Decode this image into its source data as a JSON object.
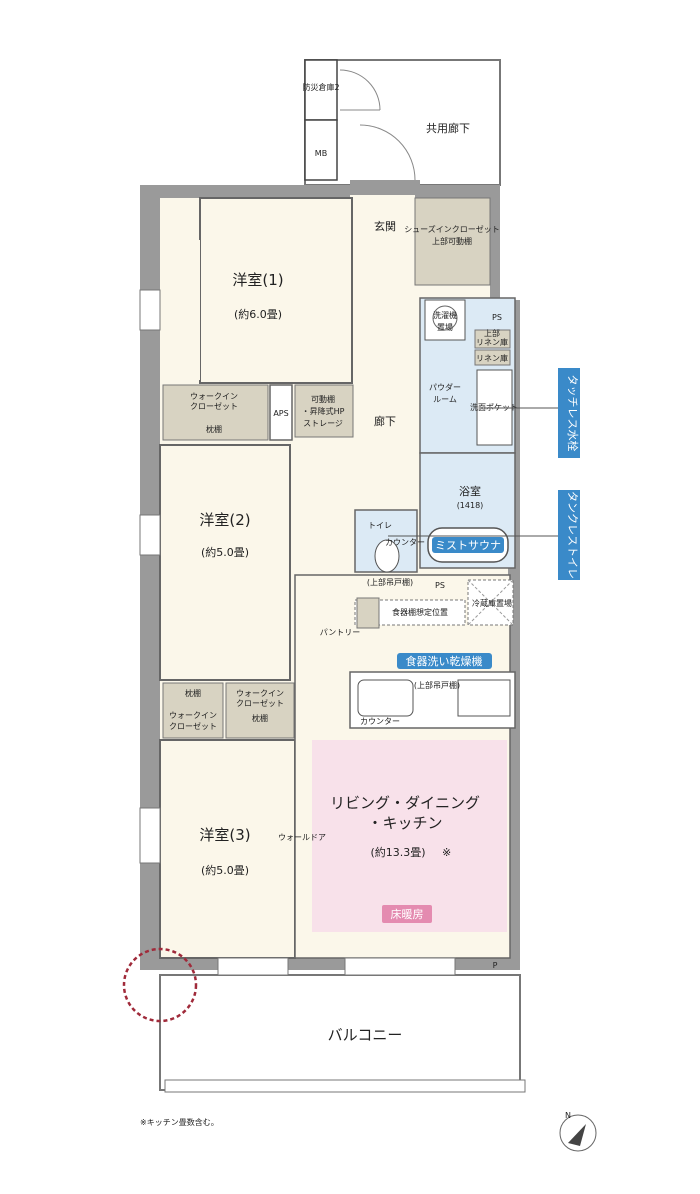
{
  "rooms": {
    "yoshitsu1": {
      "name": "洋室(1)",
      "size": "(約6.0畳)"
    },
    "yoshitsu2": {
      "name": "洋室(2)",
      "size": "(約5.0畳)"
    },
    "yoshitsu3": {
      "name": "洋室(3)",
      "size": "(約5.0畳)"
    },
    "ldk": {
      "name1": "リビング・ダイニング",
      "name2": "・キッチン",
      "size": "(約13.3畳)",
      "note_mark": "※"
    },
    "balcony": "バルコニー",
    "corridor": "廊下",
    "entrance": "玄関",
    "common_corridor": "共用廊下",
    "powder_room1": "パウダー",
    "powder_room2": "ルーム",
    "bath": "浴室",
    "bath_size": "(1418)",
    "toilet": "トイレ"
  },
  "small_labels": {
    "bousai": "防災倉庫2",
    "mb": "MB",
    "aps": "APS",
    "ps_top": "PS",
    "ps_mid": "PS",
    "p": "P",
    "shoe_closet": "シューズインクローゼット",
    "shoe_closet2": "上部可動棚",
    "wic1_1": "ウォークイン",
    "wic1_2": "クローゼット",
    "wic1_shelf": "枕棚",
    "storage1": "可動棚",
    "storage2": "・昇降式HP",
    "storage3": "ストレージ",
    "wic2_shelf_a": "枕棚",
    "wic2_1": "ウォークイン",
    "wic2_2": "クローゼット",
    "wic3_1": "ウォークイン",
    "wic3_2": "クローゼット",
    "wic3_shelf": "枕棚",
    "washer1": "洗濯機",
    "washer2": "置場",
    "linen_upper1": "上部",
    "linen_upper2": "リネン庫",
    "linen": "リネン庫",
    "wash_pocket": "洗面ポケット",
    "toilet_counter": "カウンター",
    "toilet_upper": "(上部吊戸棚)",
    "dish_rack": "食器棚想定位置",
    "fridge": "冷蔵庫置場",
    "pantry": "パントリー",
    "kitchen_upper": "(上部吊戸棚)",
    "kitchen_counter": "カウンター",
    "walldoor": "ウォールドア"
  },
  "tags": {
    "touchless": "タッチレス水栓",
    "tankless": "タンクレストイレ",
    "mist_sauna": "ミストサウナ",
    "dishwasher": "食器洗い乾燥機",
    "floor_heating": "床暖房"
  },
  "footnote": "※キッチン畳数含む。",
  "compass_letter": "N",
  "colors": {
    "wall": "#9a9a9a",
    "floor": "#fbf7ea",
    "ldk_heating": "#f8e1ea",
    "wet_area": "#dceaf5",
    "tag_blue": "#3a8ac9",
    "tag_pink": "#e48bb0",
    "storage_beige": "#d8d3c2"
  }
}
